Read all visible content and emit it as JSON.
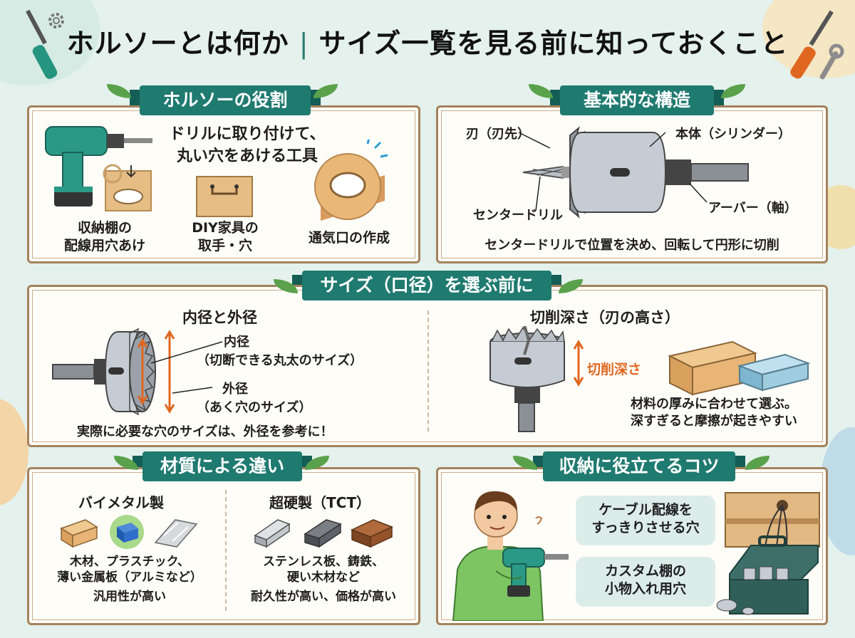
{
  "title": {
    "main": "ホルソーとは何か",
    "separator": "|",
    "sub": "サイズ一覧を見る前に知っておくこと"
  },
  "role": {
    "heading": "ホルソーの役割",
    "description_line1": "ドリルに取り付けて、",
    "description_line2": "丸い穴をあける工具",
    "uses": [
      {
        "line1": "収納棚の",
        "line2": "配線用穴あけ"
      },
      {
        "line1": "DIY家具の",
        "line2": "取手・穴"
      },
      {
        "line1": "通気口の作成",
        "line2": ""
      }
    ]
  },
  "structure": {
    "heading": "基本的な構造",
    "labels": {
      "blade": "刃（刃先）",
      "body": "本体（シリンダー）",
      "center_drill": "センタードリル",
      "arbor": "アーバー（軸）"
    },
    "caption": "センタードリルで位置を決め、回転して円形に切削"
  },
  "size": {
    "heading": "サイズ（口径）を選ぶ前に",
    "diameter": {
      "title": "内径と外径",
      "inner_label": "内径",
      "inner_desc": "（切断できる丸太のサイズ）",
      "outer_label": "外径",
      "outer_desc": "（あく穴のサイズ）",
      "note": "実際に必要な穴のサイズは、外径を参考に！"
    },
    "depth": {
      "title": "切削深さ（刃の高さ）",
      "label": "切削深さ",
      "note_line1": "材料の厚みに合わせて選ぶ。",
      "note_line2": "深すぎると摩擦が起きやすい"
    }
  },
  "material": {
    "heading": "材質による違い",
    "bimetal": {
      "title": "バイメタル製",
      "line1": "木材、プラスチック、",
      "line2": "薄い金属板（アルミなど）",
      "line3": "汎用性が高い"
    },
    "tct": {
      "title": "超硬製（TCT）",
      "line1": "ステンレス板、鋳鉄、",
      "line2": "硬い木材など",
      "line3": "耐久性が高い、価格が高い"
    }
  },
  "storage": {
    "heading": "収納に役立てるコツ",
    "tip1_line1": "ケーブル配線を",
    "tip1_line2": "すっきりさせる穴",
    "tip2_line1": "カスタム棚の",
    "tip2_line2": "小物入れ用穴"
  },
  "colors": {
    "ribbon": "#1f7a70",
    "accent_orange": "#e0671f",
    "card_border": "#a4825c",
    "background": "#e4f1ec"
  }
}
